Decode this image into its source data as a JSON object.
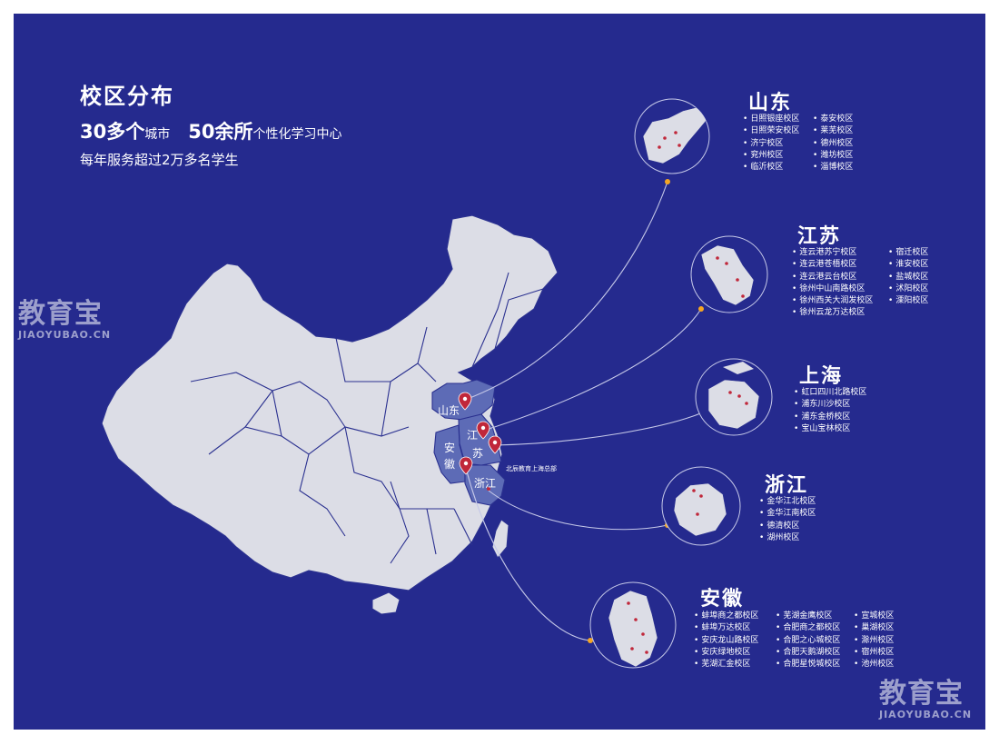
{
  "header": {
    "title": "校区分布",
    "stat1_number": "30多个",
    "stat1_unit": "城市",
    "stat2_number": "50余所",
    "stat2_unit": "个性化学习中心",
    "description": "每年服务超过2万多名学生"
  },
  "watermark": {
    "text": "教育宝",
    "sub": "JIAOYUBAO.CN"
  },
  "map_labels": {
    "shandong": "山东",
    "jiangsu_1": "江",
    "jiangsu_2": "苏",
    "anhui_1": "安",
    "anhui_2": "徽",
    "zhejiang": "浙江",
    "hq": "北辰教育上海总部"
  },
  "regions": {
    "shandong": {
      "name": "山东",
      "col1": [
        "日照银座校区",
        "日照荣安校区",
        "济宁校区",
        "兖州校区",
        "临沂校区"
      ],
      "col2": [
        "泰安校区",
        "莱芜校区",
        "德州校区",
        "潍坊校区",
        "淄博校区"
      ]
    },
    "jiangsu": {
      "name": "江苏",
      "col1": [
        "连云港苏宁校区",
        "连云港苍梧校区",
        "连云港云台校区",
        "徐州中山南路校区",
        "徐州西关大润发校区",
        "徐州云龙万达校区"
      ],
      "col2": [
        "宿迁校区",
        "淮安校区",
        "盐城校区",
        "沭阳校区",
        "溧阳校区"
      ]
    },
    "shanghai": {
      "name": "上海",
      "col1": [
        "虹口四川北路校区",
        "浦东川沙校区",
        "浦东金桥校区",
        "宝山宝林校区"
      ]
    },
    "zhejiang": {
      "name": "浙江",
      "col1": [
        "金华江北校区",
        "金华江南校区",
        "德清校区",
        "湖州校区"
      ]
    },
    "anhui": {
      "name": "安徽",
      "col1": [
        "蚌埠商之都校区",
        "蚌埠万达校区",
        "安庆龙山路校区",
        "安庆绿地校区",
        "芜湖汇金校区"
      ],
      "col2": [
        "芜湖金鹰校区",
        "合肥商之都校区",
        "合肥之心城校区",
        "合肥天鹅湖校区",
        "合肥星悦城校区"
      ],
      "col3": [
        "宣城校区",
        "巢湖校区",
        "滁州校区",
        "宿州校区",
        "池州校区"
      ]
    }
  },
  "colors": {
    "background": "#252a8e",
    "land": "#dcdde6",
    "highlight": "#5d6bb6",
    "border": "#2b3190",
    "pin": "#c0273a",
    "dot": "#f5a623"
  },
  "icons": [
    "map-pin-icon"
  ]
}
